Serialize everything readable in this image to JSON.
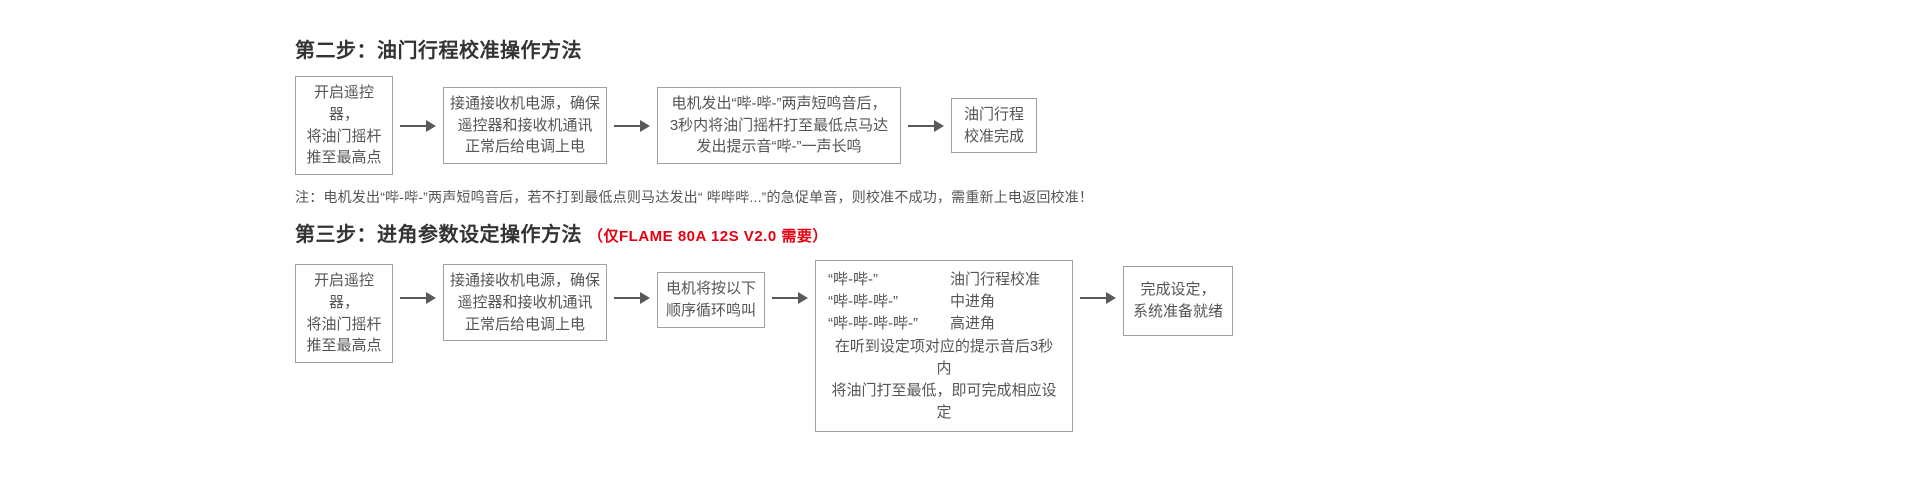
{
  "section1": {
    "title": "第二步：油门行程校准操作方法",
    "steps": [
      {
        "text": "开启遥控器，\n将油门摇杆\n推至最高点"
      },
      {
        "text": "接通接收机电源，确保\n遥控器和接收机通讯\n正常后给电调上电"
      },
      {
        "text": "电机发出“哔-哔-”两声短鸣音后，\n3秒内将油门摇杆打至最低点马达\n发出提示音“哔-”一声长鸣"
      },
      {
        "text": "油门行程\n校准完成"
      }
    ],
    "note": "注：电机发出“哔-哔-”两声短鸣音后，若不打到最低点则马达发出“ 哔哔哔...”的急促单音，则校准不成功，需重新上电返回校准！"
  },
  "section2": {
    "title": "第三步：进角参数设定操作方法",
    "title_note": "（仅FLAME 80A 12S V2.0 需要）",
    "steps": [
      {
        "text": "开启遥控器，\n将油门摇杆\n推至最高点"
      },
      {
        "text": "接通接收机电源，确保\n遥控器和接收机通讯\n正常后给电调上电"
      },
      {
        "text": "电机将按以下\n顺序循环鸣叫"
      }
    ],
    "beep_box": {
      "rows": [
        {
          "beep": "“哔-哔-”",
          "label": "油门行程校准"
        },
        {
          "beep": "“哔-哔-哔-”",
          "label": "中进角"
        },
        {
          "beep": "“哔-哔-哔-哔-”",
          "label": "高进角"
        }
      ],
      "note": "在听到设定项对应的提示音后3秒内\n将油门打至最低，即可完成相应设定"
    },
    "final": {
      "text": "完成设定，\n系统准备就绪"
    }
  }
}
